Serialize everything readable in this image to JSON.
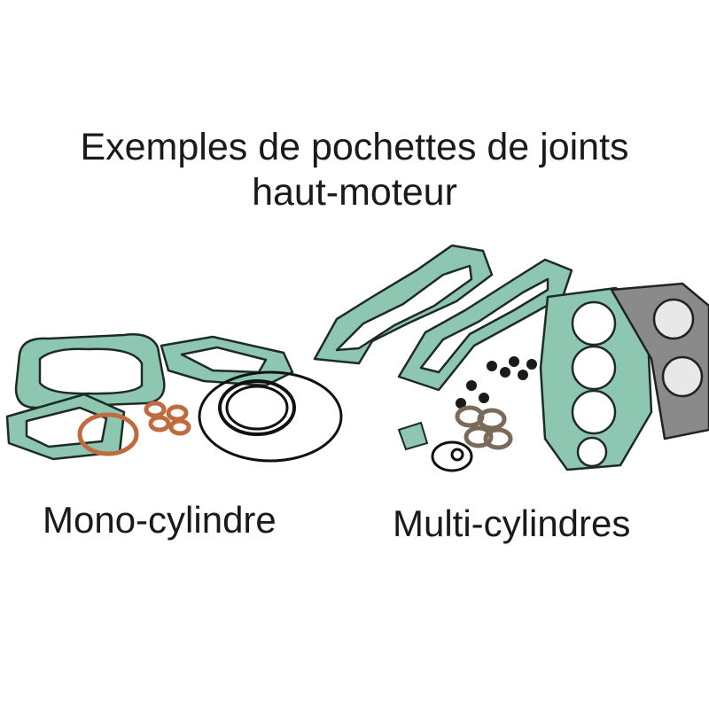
{
  "title": {
    "line1": "Exemples de pochettes de joints",
    "line2": "haut-moteur"
  },
  "captions": {
    "mono": "Mono-cylindre",
    "multi": "Multi-cylindres"
  },
  "colors": {
    "gasket_fill": "#8dc7b2",
    "gasket_stroke": "#1e2a26",
    "copper": "#c06a3e",
    "black_ring": "#111111",
    "metal": "#8a8a8a",
    "text": "#1a1a1a"
  }
}
